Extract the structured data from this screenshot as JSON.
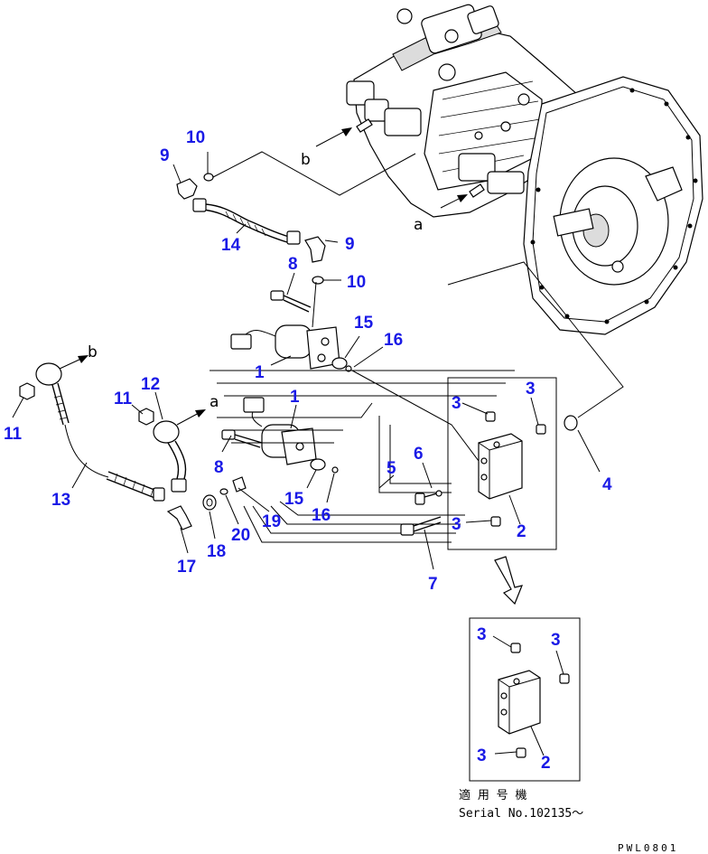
{
  "callouts": [
    {
      "id": "c-10a",
      "text": "10"
    },
    {
      "id": "c-9a",
      "text": "9"
    },
    {
      "id": "c-14",
      "text": "14"
    },
    {
      "id": "c-9b",
      "text": "9"
    },
    {
      "id": "c-8a",
      "text": "8"
    },
    {
      "id": "c-10b",
      "text": "10"
    },
    {
      "id": "c-15a",
      "text": "15"
    },
    {
      "id": "c-16a",
      "text": "16"
    },
    {
      "id": "c-1a",
      "text": "1"
    },
    {
      "id": "c-1b",
      "text": "1"
    },
    {
      "id": "c-12",
      "text": "12"
    },
    {
      "id": "c-11a",
      "text": "11"
    },
    {
      "id": "c-11b",
      "text": "11"
    },
    {
      "id": "c-8b",
      "text": "8"
    },
    {
      "id": "c-13",
      "text": "13"
    },
    {
      "id": "c-15b",
      "text": "15"
    },
    {
      "id": "c-16b",
      "text": "16"
    },
    {
      "id": "c-19",
      "text": "19"
    },
    {
      "id": "c-20",
      "text": "20"
    },
    {
      "id": "c-17",
      "text": "17"
    },
    {
      "id": "c-18",
      "text": "18"
    },
    {
      "id": "c-5",
      "text": "5"
    },
    {
      "id": "c-6",
      "text": "6"
    },
    {
      "id": "c-7",
      "text": "7"
    },
    {
      "id": "c-3a",
      "text": "3"
    },
    {
      "id": "c-3b",
      "text": "3"
    },
    {
      "id": "c-3c",
      "text": "3"
    },
    {
      "id": "c-2a",
      "text": "2"
    },
    {
      "id": "c-4",
      "text": "4"
    },
    {
      "id": "c-3d",
      "text": "3"
    },
    {
      "id": "c-3e",
      "text": "3"
    },
    {
      "id": "c-3f",
      "text": "3"
    },
    {
      "id": "c-2b",
      "text": "2"
    }
  ],
  "connection_letters": {
    "b_pump": "b",
    "a_pump": "a",
    "b_hose": "b",
    "a_hose": "a"
  },
  "serial_note": {
    "line1": "適 用 号 機",
    "line2": "Serial No.102135～"
  },
  "drawing_code": "PWL0801"
}
